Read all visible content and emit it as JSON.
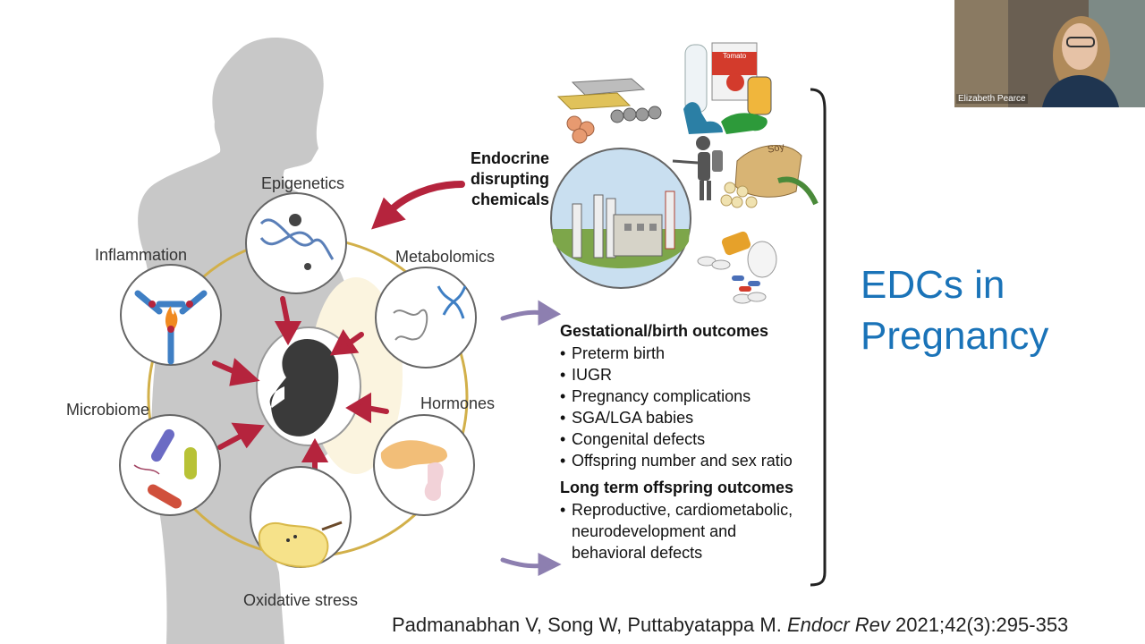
{
  "slide": {
    "title_line1": "EDCs in",
    "title_line2": "Pregnancy",
    "edc_label": [
      "Endocrine",
      "disrupting",
      "chemicals"
    ],
    "factors": {
      "epigenetics": "Epigenetics",
      "metabolomics": "Metabolomics",
      "inflammation": "Inflammation",
      "hormones": "Hormones",
      "microbiome": "Microbiome",
      "oxidative_stress": "Oxidative stress"
    },
    "gestational": {
      "heading": "Gestational/birth outcomes",
      "items": [
        "Preterm birth",
        "IUGR",
        "Pregnancy complications",
        "SGA/LGA babies",
        "Congenital defects",
        "Offspring number and sex ratio"
      ]
    },
    "long_term": {
      "heading": "Long term offspring outcomes",
      "items": [
        "Reproductive, cardiometabolic, neurodevelopment and behavioral defects"
      ]
    },
    "citation": {
      "authors": "Padmanabhan V, Song W, Puttabyatappa M.",
      "journal": "Endocr Rev",
      "details": "2021;42(3):295-353"
    },
    "product_labels": {
      "can": "Tomato",
      "sack": "Soy"
    }
  },
  "webcam": {
    "participant_name": "Elizabeth Pearce"
  },
  "colors": {
    "title": "#1a73b8",
    "arrow_red": "#b5243d",
    "arrow_purple": "#8d7fb0",
    "ring_gold": "#d2b04a"
  }
}
